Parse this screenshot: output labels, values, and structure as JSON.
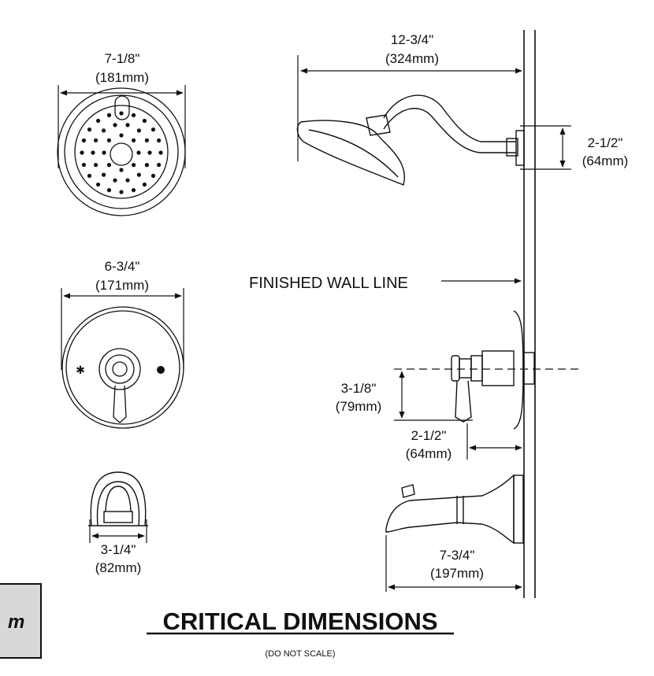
{
  "showerhead_width": {
    "imperial": "7-1/8\"",
    "metric": "(181mm)"
  },
  "arm_reach": {
    "imperial": "12-3/4\"",
    "metric": "(324mm)"
  },
  "flange_height": {
    "imperial": "2-1/2\"",
    "metric": "(64mm)"
  },
  "wall_label": "FINISHED WALL LINE",
  "escutcheon_width": {
    "imperial": "6-3/4\"",
    "metric": "(171mm)"
  },
  "handle_drop": {
    "imperial": "3-1/8\"",
    "metric": "(79mm)"
  },
  "handle_depth": {
    "imperial": "2-1/2\"",
    "metric": "(64mm)"
  },
  "spout_width": {
    "imperial": "3-1/4\"",
    "metric": "(82mm)"
  },
  "spout_reach": {
    "imperial": "7-3/4\"",
    "metric": "(197mm)"
  },
  "title": "CRITICAL DIMENSIONS",
  "subtitle": "(DO NOT SCALE)",
  "corner_tab_text": "m"
}
